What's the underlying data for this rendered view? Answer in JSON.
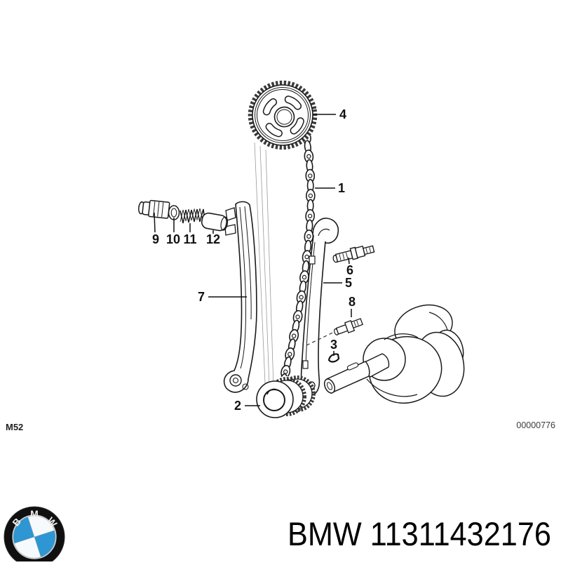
{
  "diagram": {
    "engine_code": "M52",
    "drawing_number": "00000776",
    "callouts": {
      "c1": "1",
      "c2": "2",
      "c3": "3",
      "c4": "4",
      "c5": "5",
      "c6": "6",
      "c7": "7",
      "c8": "8",
      "c9": "9",
      "c10": "10",
      "c11": "11",
      "c12": "12"
    }
  },
  "footer": {
    "part_label": "BMW 11311432176",
    "logo": {
      "b": "B",
      "m": "M",
      "w": "W",
      "blue": "#2e96d2"
    }
  }
}
